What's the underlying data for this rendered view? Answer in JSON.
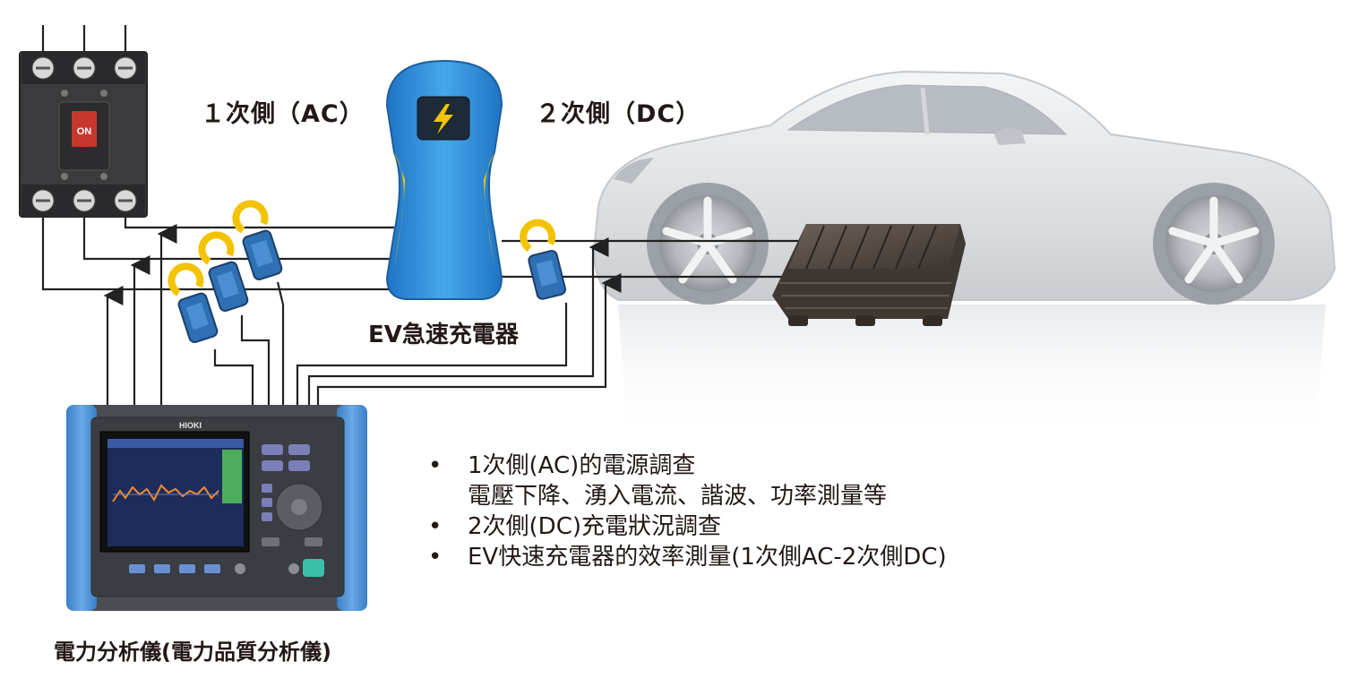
{
  "labels": {
    "primary_side": "１次側（AC）",
    "secondary_side": "２次側（DC）",
    "charger": "EV急速充電器",
    "analyzer": "電力分析儀(電力品質分析儀)",
    "breaker_switch": "ON",
    "instrument_brand": "HIOKI"
  },
  "bullets": [
    {
      "text": "1次側(AC)的電源調查",
      "sub": "電壓下降、湧入電流、諧波、功率測量等"
    },
    {
      "text": "2次側(DC)充電狀況調查",
      "sub": ""
    },
    {
      "text": "EV快速充電器的效率測量(1次側AC-2次側DC)",
      "sub": ""
    }
  ],
  "colors": {
    "charger_blue": "#2f8fd6",
    "charger_yellow": "#f2c300",
    "analyzer_blue": "#4a8fd3",
    "wire": "#222222",
    "breaker": "#3b3b3d",
    "switch_red": "#c8372d",
    "battery": "#4f463e"
  }
}
